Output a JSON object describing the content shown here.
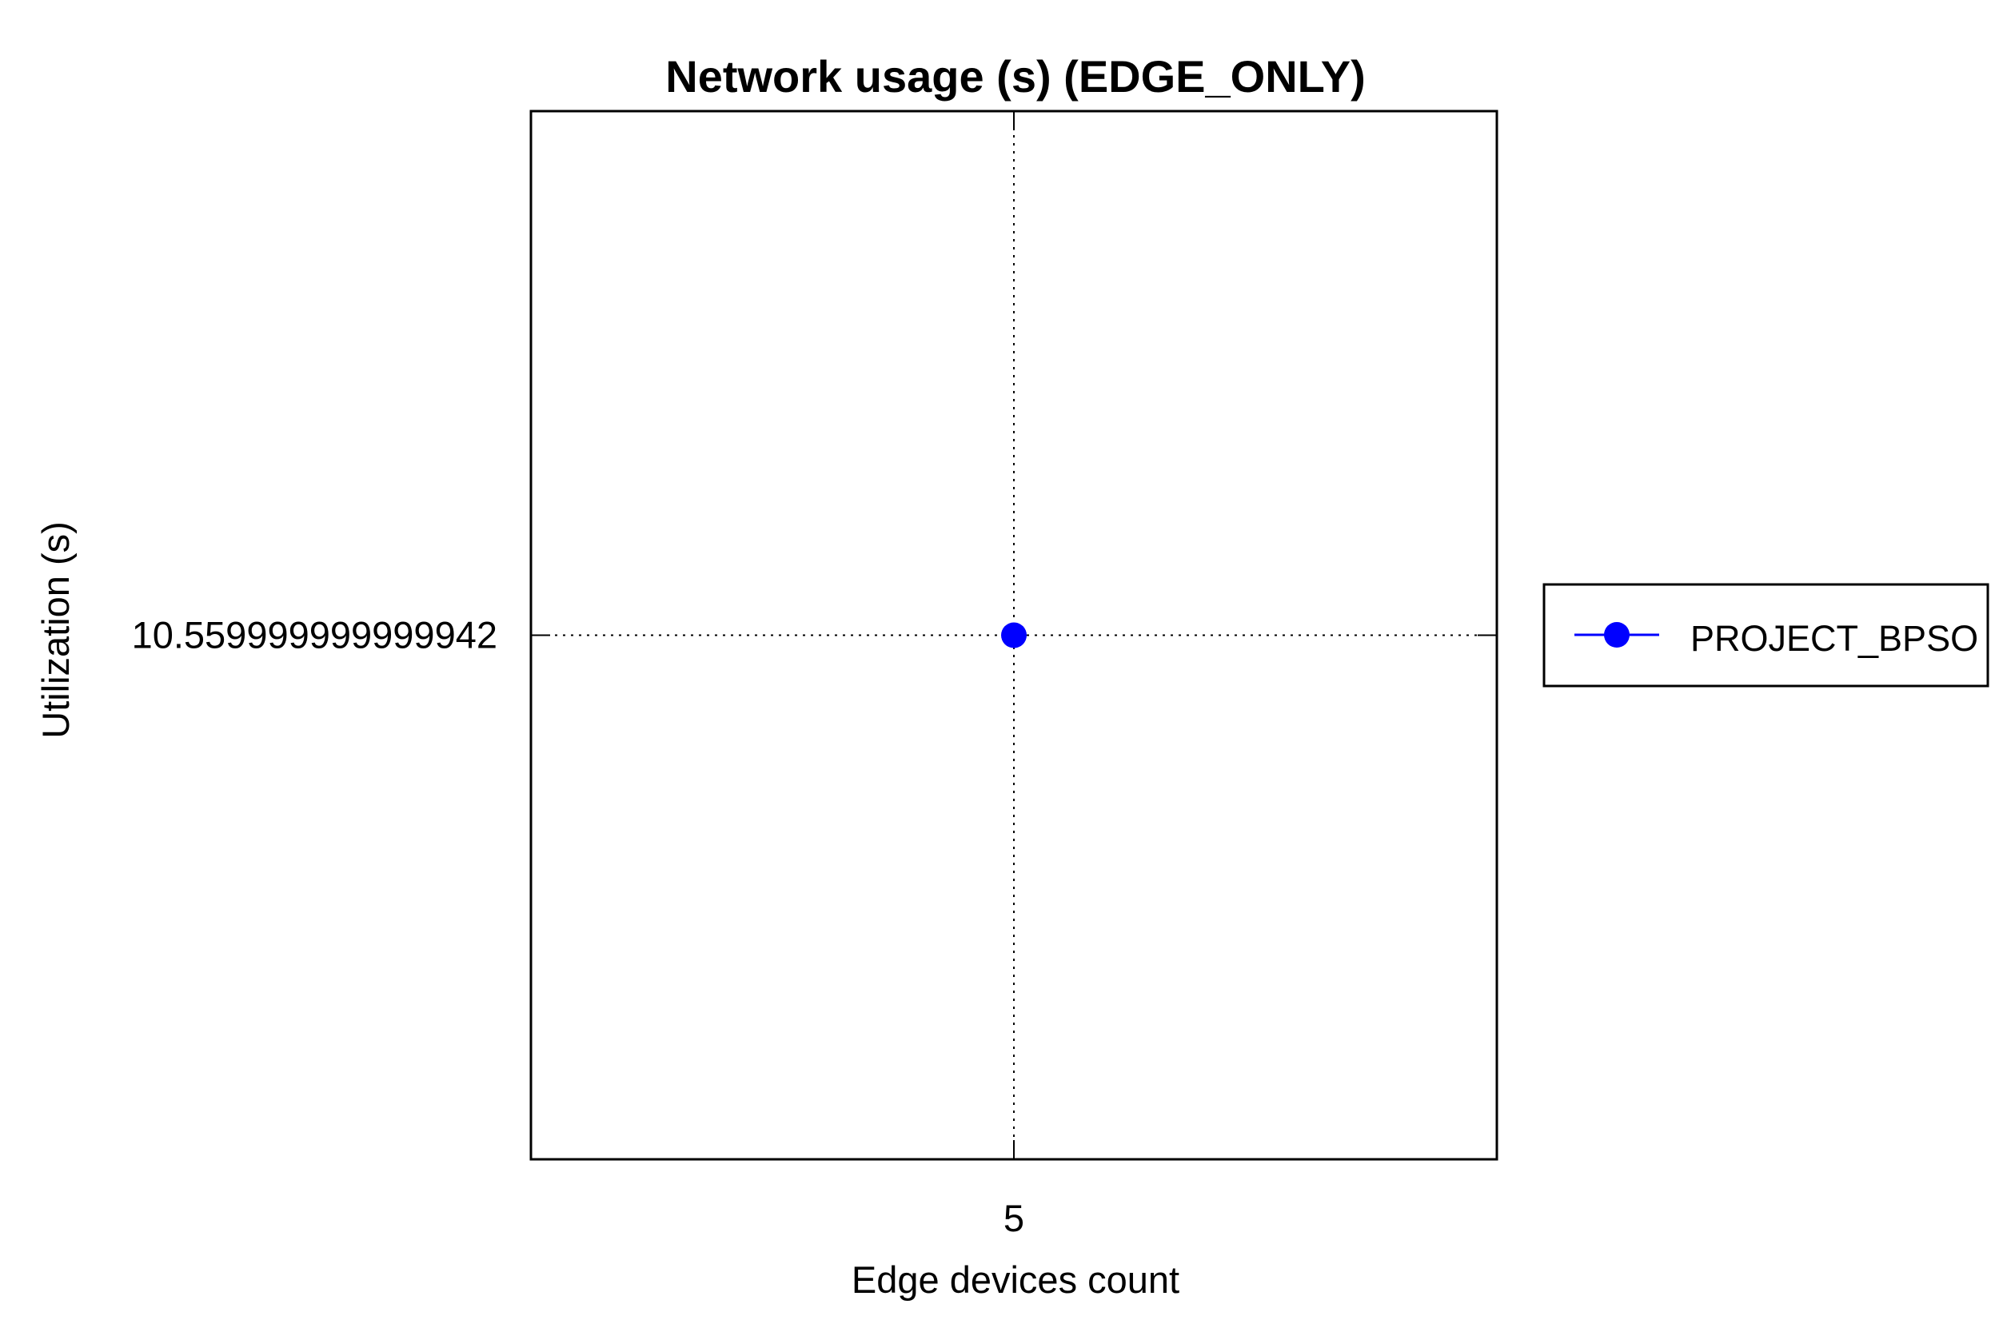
{
  "chart_data": {
    "type": "line",
    "title": "Network usage (s) (EDGE_ONLY)",
    "xlabel": "Edge devices count",
    "ylabel": "Utilization (s)",
    "x": [
      5
    ],
    "x_tick_labels": [
      "5"
    ],
    "y_tick_labels": [
      "10.559999999999942"
    ],
    "series": [
      {
        "name": "PROJECT_BPSO",
        "x": [
          5
        ],
        "y": [
          10.559999999999942
        ],
        "color": "#0000ff",
        "marker": "circle"
      }
    ],
    "xlim": [
      4,
      6
    ],
    "ylim": [
      9.56,
      11.56
    ],
    "grid": true,
    "grid_style": "dotted",
    "legend_position": "outside-right"
  }
}
